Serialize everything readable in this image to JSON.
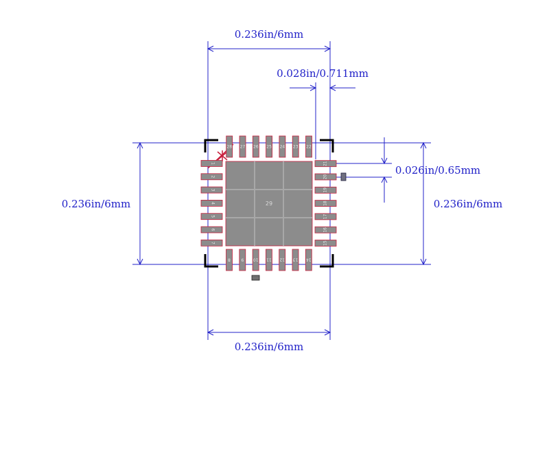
{
  "dimensions": {
    "top_width": "0.236in/6mm",
    "pad_width": "0.028in/0.711mm",
    "pitch": "0.026in/0.65mm",
    "left_height": "0.236in/6mm",
    "right_height": "0.236in/6mm",
    "bottom_width": "0.236in/6mm"
  },
  "pads": {
    "left": [
      "1",
      "2",
      "3",
      "4",
      "5",
      "6",
      "7"
    ],
    "bottom": [
      "8",
      "9",
      "10",
      "11",
      "12",
      "13",
      "14"
    ],
    "right": [
      "15",
      "16",
      "17",
      "18",
      "19",
      "20",
      "21"
    ],
    "top": [
      "22",
      "23",
      "24",
      "25",
      "26",
      "27",
      "28"
    ],
    "center": "29"
  },
  "colors": {
    "dimension": "#2020c8",
    "pad_fill": "#8c8c8c",
    "pad_outline": "#c81e3c",
    "body_outline": "#000000",
    "pin1_marker": "#c81e3c"
  }
}
